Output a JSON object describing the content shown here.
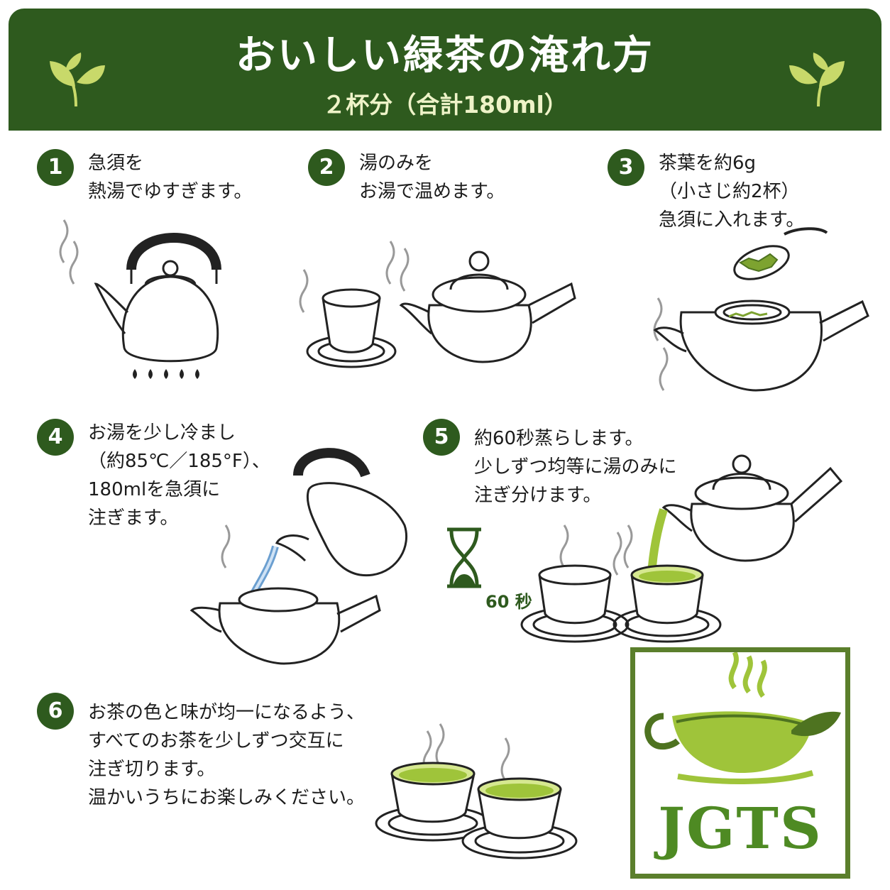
{
  "header": {
    "title": "おいしい緑茶の淹れ方",
    "subtitle": "２杯分（合計180ml）"
  },
  "steps": [
    {
      "number": "1",
      "lines": [
        "急須を",
        "熱湯でゆすぎます。"
      ]
    },
    {
      "number": "2",
      "lines": [
        "湯のみを",
        "お湯で温めます。"
      ]
    },
    {
      "number": "3",
      "lines": [
        "茶葉を約6g",
        "（小さじ約2杯）",
        "急須に入れます。"
      ]
    },
    {
      "number": "4",
      "lines": [
        "お湯を少し冷まし",
        "（約85℃／185°F）、",
        "180mlを急須に",
        "注ぎます。"
      ]
    },
    {
      "number": "5",
      "lines": [
        "約60秒蒸らします。",
        "少しずつ均等に湯のみに",
        "注ぎ分けます。"
      ]
    },
    {
      "number": "6",
      "lines": [
        "お茶の色と味が均一になるよう、",
        "すべてのお茶を少しずつ交互に",
        "注ぎ切ります。",
        "温かいうちにお楽しみください。"
      ]
    }
  ],
  "timer": {
    "label": "60 秒"
  },
  "logo": {
    "text": "JGTS"
  },
  "colors": {
    "header_green": "#2e5a1e",
    "tea_green": "#9fc43a",
    "line": "#222222"
  }
}
